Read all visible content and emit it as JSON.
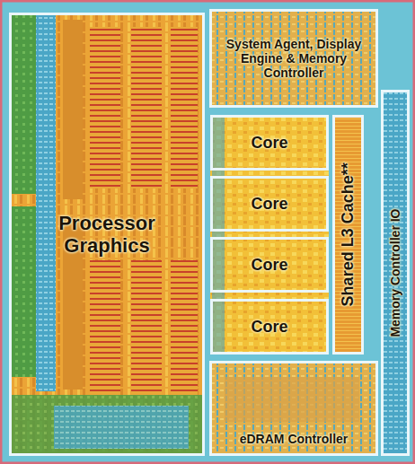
{
  "diagram": {
    "nodes": [
      {
        "text": [
          "Processor Graphics"
        ]
      },
      {
        "text": [
          "System Agent, Display Engine & Memory Controller"
        ]
      },
      {
        "text": [
          "Core"
        ]
      },
      {
        "text": [
          "Core"
        ]
      },
      {
        "text": [
          "Core"
        ]
      },
      {
        "text": [
          "Core"
        ]
      },
      {
        "text": [
          "Shared L3 Cache**"
        ]
      },
      {
        "text": [
          "Memory Controller IO"
        ]
      },
      {
        "text": [
          "eDRAM Controller"
        ]
      }
    ]
  }
}
